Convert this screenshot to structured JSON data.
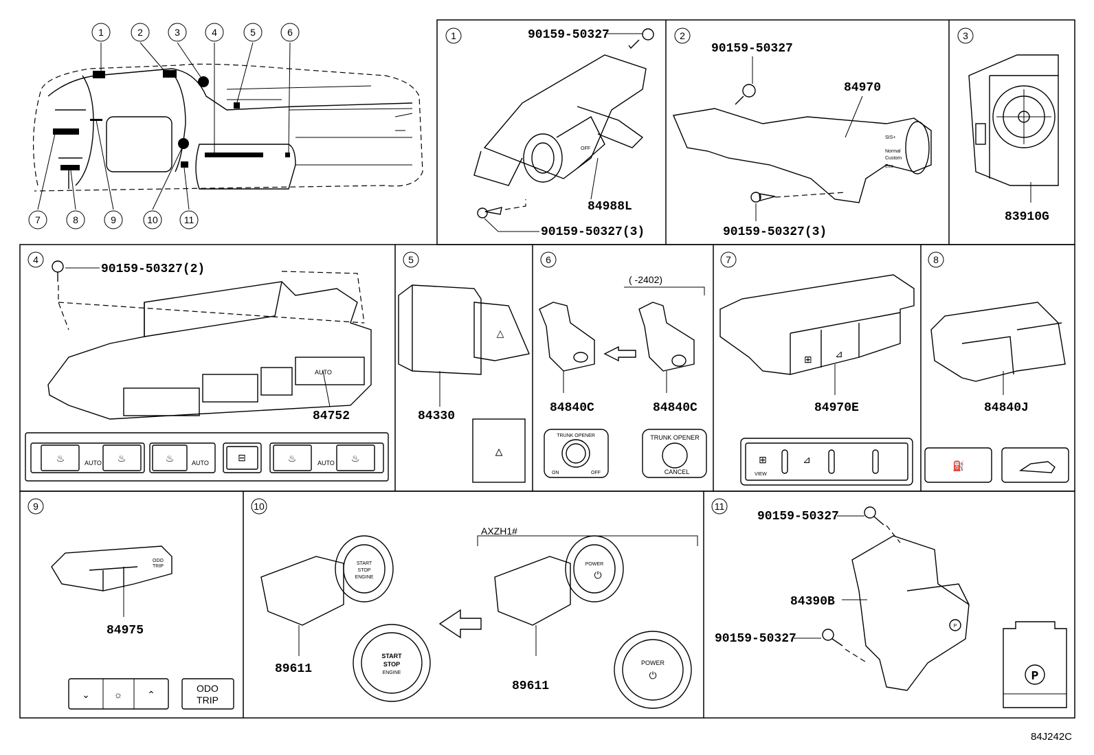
{
  "diagram_code": "84J242C",
  "overview_markers": [
    "1",
    "2",
    "3",
    "4",
    "5",
    "6",
    "7",
    "8",
    "9",
    "10",
    "11"
  ],
  "panels": [
    {
      "id": "1",
      "parts": [
        "90159-50327",
        "84988L",
        "90159-50327(3)"
      ]
    },
    {
      "id": "2",
      "parts": [
        "90159-50327",
        "84970",
        "90159-50327(3)"
      ],
      "mode_text": [
        "SIS+",
        "Normal",
        "Custom",
        "Eco"
      ]
    },
    {
      "id": "3",
      "parts": [
        "83910G"
      ]
    },
    {
      "id": "4",
      "parts": [
        "90159-50327(2)",
        "84752"
      ],
      "button_text": [
        "AUTO",
        "AUTO",
        "AUTO"
      ]
    },
    {
      "id": "5",
      "parts": [
        "84330"
      ]
    },
    {
      "id": "6",
      "parts": [
        "84840C",
        "84840C"
      ],
      "range": "( -2402)",
      "button_text": [
        "TRUNK OPENER",
        "ON",
        "OFF",
        "TRUNK OPENER",
        "CANCEL"
      ]
    },
    {
      "id": "7",
      "parts": [
        "84970E"
      ],
      "button_text": [
        "VIEW"
      ]
    },
    {
      "id": "8",
      "parts": [
        "84840J"
      ]
    },
    {
      "id": "9",
      "parts": [
        "84975"
      ],
      "button_text": [
        "ODO",
        "TRIP"
      ]
    },
    {
      "id": "10",
      "parts": [
        "89611",
        "89611"
      ],
      "variant": "AXZH1#",
      "button_text": [
        "START",
        "STOP",
        "ENGINE",
        "POWER",
        "START",
        "STOP",
        "ENGINE",
        "POWER"
      ]
    },
    {
      "id": "11",
      "parts": [
        "90159-50327",
        "84390B",
        "90159-50327"
      ]
    }
  ]
}
